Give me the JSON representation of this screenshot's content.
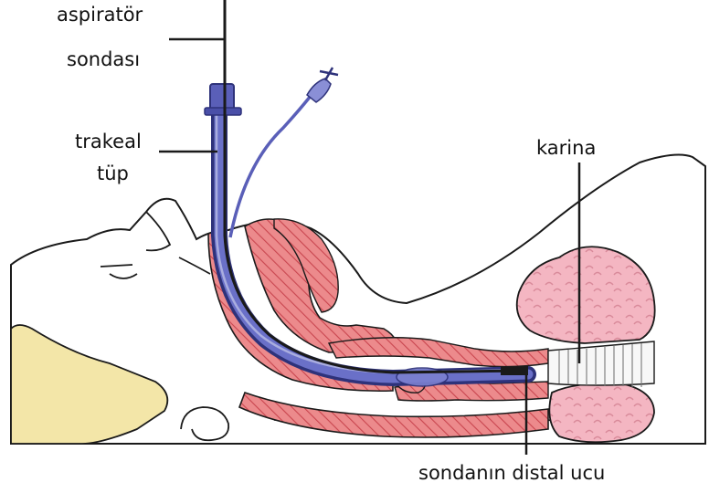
{
  "labels": {
    "aspirator_line1": "aspiratör",
    "aspirator_line2": "sondası",
    "tracheal_line1": "trakeal",
    "tracheal_line2": "tüp",
    "carina": "karina",
    "distal_tip": "sondanın distal ucu"
  },
  "colors": {
    "outline": "#1a1a1a",
    "tissue": "#e8797c",
    "tissue_dark": "#c9464f",
    "lung": "#f4b6c2",
    "tube": "#5a5fb8",
    "tube_dark": "#2e327a",
    "shoulder": "#f3e6a8"
  }
}
